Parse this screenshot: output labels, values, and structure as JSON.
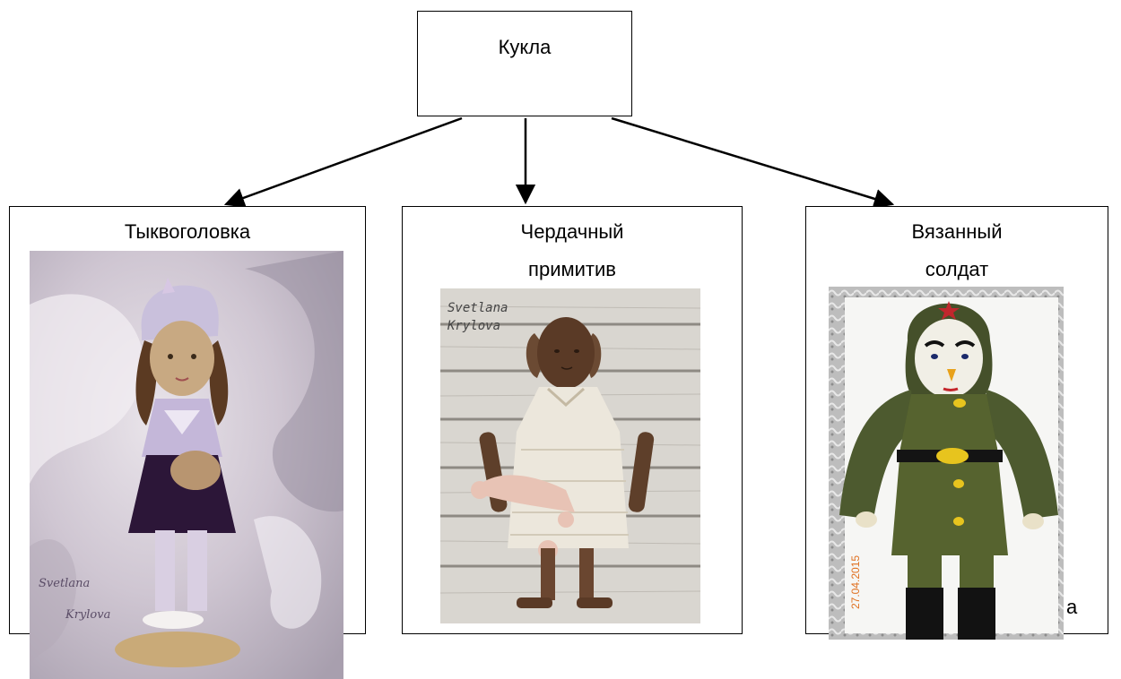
{
  "diagram": {
    "root": {
      "label": "Кукла"
    },
    "children": [
      {
        "id": "b1",
        "lines": [
          "Тыквоголовка"
        ],
        "photo_watermark": [
          "Svetlana",
          "Krylova"
        ]
      },
      {
        "id": "b2",
        "lines": [
          "Чердачный",
          "примитив"
        ],
        "photo_watermark": [
          "Svetlana",
          "Krylova"
        ]
      },
      {
        "id": "b3",
        "lines": [
          "Вязанный",
          "солдат"
        ],
        "photo_date": "27.04.2015"
      }
    ],
    "stray_text": "а",
    "colors": {
      "line": "#000000",
      "background": "#ffffff"
    }
  }
}
